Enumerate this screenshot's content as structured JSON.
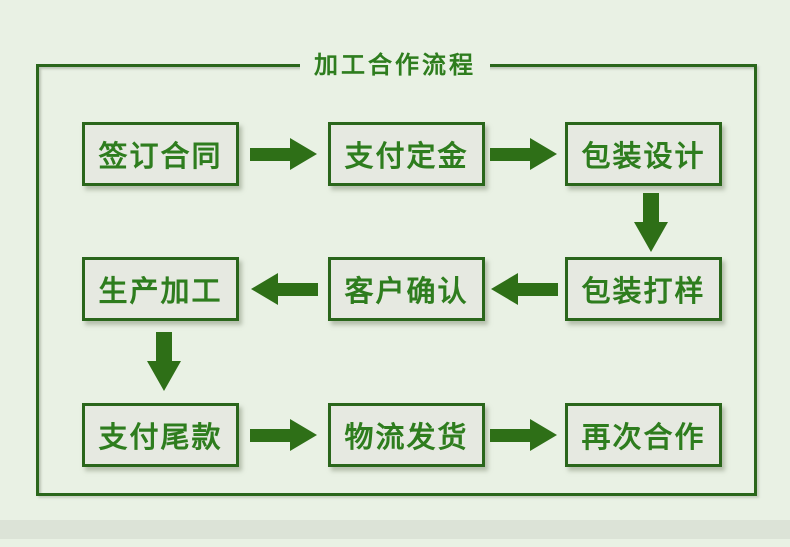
{
  "theme": {
    "page-bg": "#e9f1e4",
    "bottom-band": "#dce3d7",
    "frame-border": "#2a661b",
    "box-fill": "#e6e9e1",
    "box-border": "#2a661b",
    "text-green": "#2e7d1e",
    "arrow-green": "#2e6f17"
  },
  "flowchart": {
    "title": "加工合作流程",
    "nodes": {
      "sign_contract": "签订合同",
      "pay_deposit": "支付定金",
      "packaging_design": "包装设计",
      "production": "生产加工",
      "customer_confirm": "客户确认",
      "packaging_proof": "包装打样",
      "pay_balance": "支付尾款",
      "logistics_shipping": "物流发货",
      "repeat_cooperation": "再次合作"
    },
    "connectors": [
      {
        "from": "签订合同",
        "to": "支付定金",
        "direction": "right"
      },
      {
        "from": "支付定金",
        "to": "包装设计",
        "direction": "right"
      },
      {
        "from": "包装设计",
        "to": "包装打样",
        "direction": "down"
      },
      {
        "from": "包装打样",
        "to": "客户确认",
        "direction": "left"
      },
      {
        "from": "客户确认",
        "to": "生产加工",
        "direction": "left"
      },
      {
        "from": "生产加工",
        "to": "支付尾款",
        "direction": "down"
      },
      {
        "from": "支付尾款",
        "to": "物流发货",
        "direction": "right"
      },
      {
        "from": "物流发货",
        "to": "再次合作",
        "direction": "right"
      }
    ]
  }
}
